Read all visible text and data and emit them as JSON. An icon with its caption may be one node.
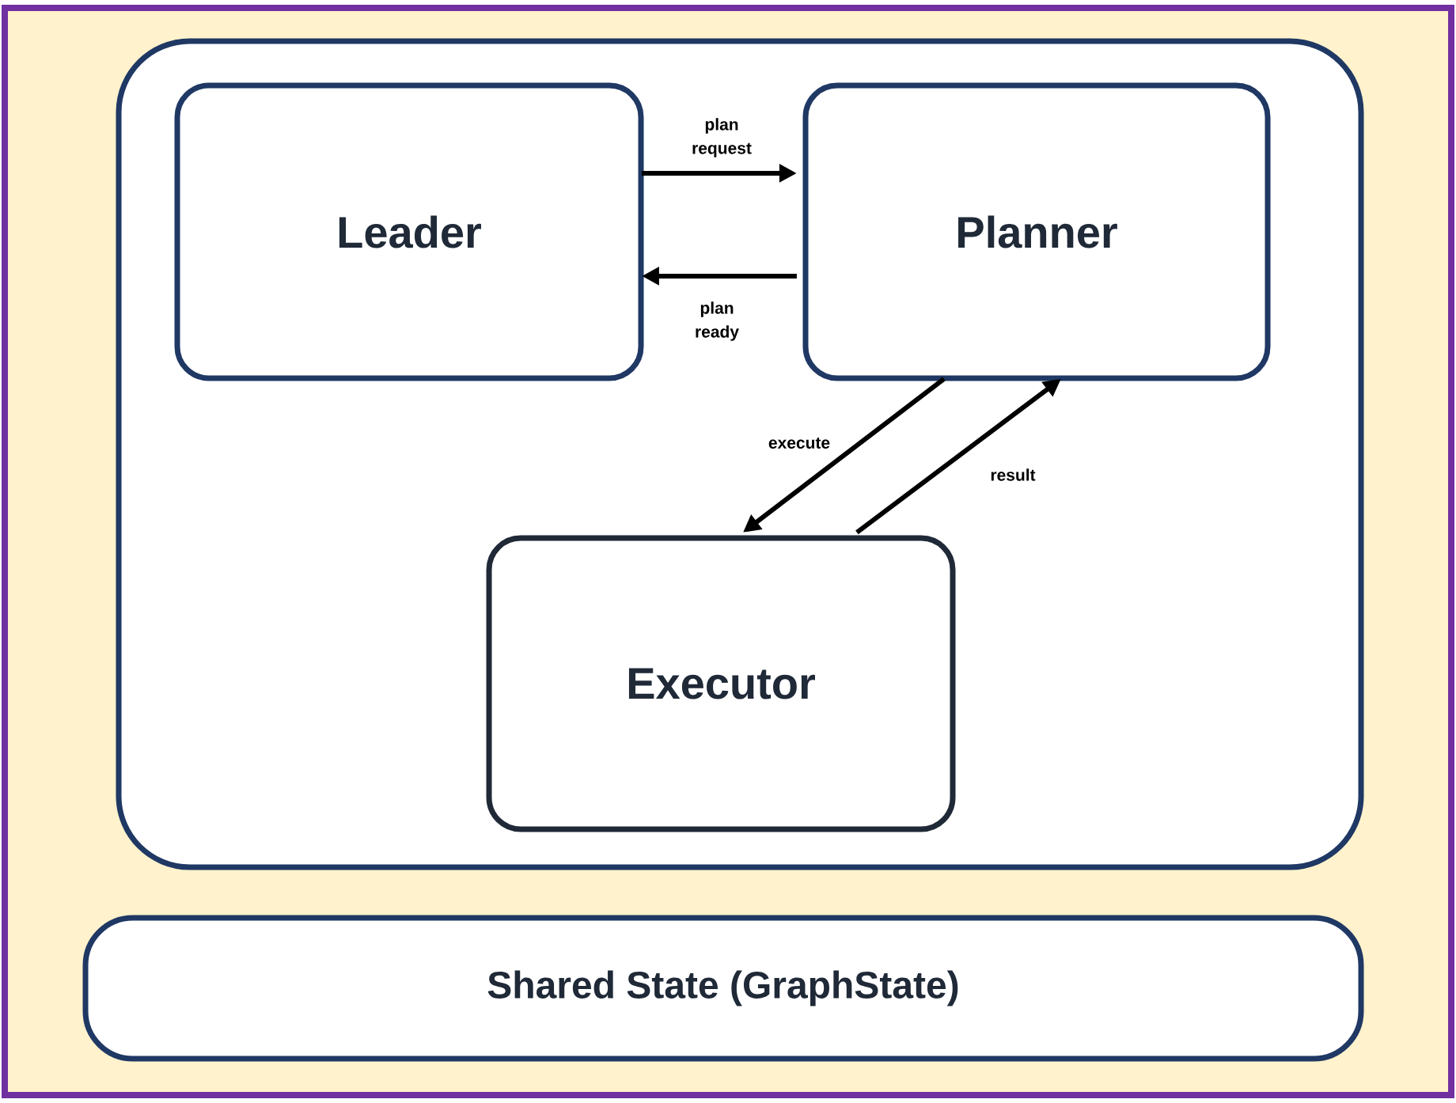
{
  "diagram": {
    "nodes": [
      {
        "text": [],
        "shape": "box"
      },
      {
        "text": [
          "Leader"
        ],
        "in": 0
      },
      {
        "text": [
          "Planner"
        ],
        "in": 0
      },
      {
        "text": [
          "Executor"
        ],
        "in": 0
      },
      {
        "text": [
          "Shared State (GraphState)"
        ]
      }
    ],
    "edges": [
      {
        "from": 1,
        "to": 2,
        "arrow": "to",
        "label": "plan request"
      },
      {
        "from": 2,
        "to": 1,
        "arrow": "to",
        "label": "plan ready"
      },
      {
        "from": 2,
        "to": 3,
        "arrow": "to",
        "label": "execute"
      },
      {
        "from": 3,
        "to": 2,
        "arrow": "to",
        "label": "result"
      }
    ]
  }
}
